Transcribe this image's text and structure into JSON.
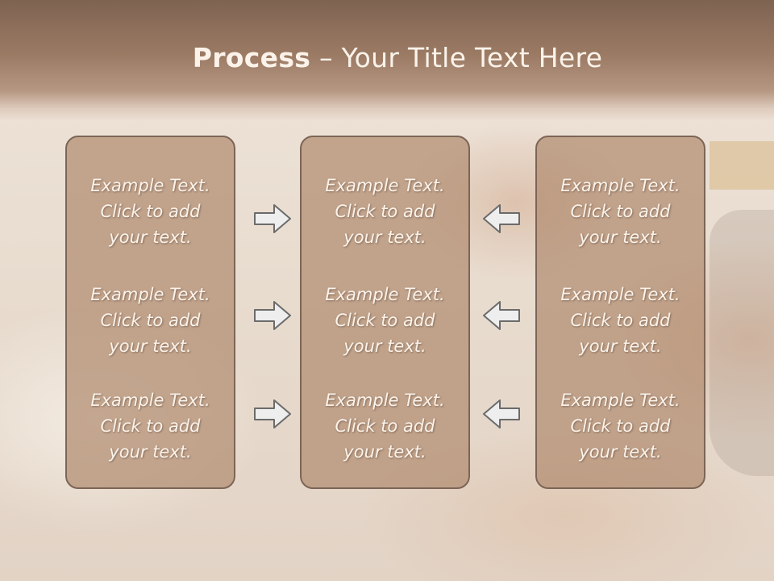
{
  "slide": {
    "title_bold": "Process",
    "title_rest": " – Your Title Text Here"
  },
  "columns": [
    {
      "items": [
        {
          "l1": "Example Text.",
          "l2": "Click  to add",
          "l3": "your text."
        },
        {
          "l1": "Example Text.",
          "l2": "Click  to add",
          "l3": "your text."
        },
        {
          "l1": "Example Text.",
          "l2": "Click  to add",
          "l3": "your text."
        }
      ]
    },
    {
      "items": [
        {
          "l1": "Example Text.",
          "l2": "Click  to add",
          "l3": "your text."
        },
        {
          "l1": "Example Text.",
          "l2": "Click  to add",
          "l3": "your text."
        },
        {
          "l1": "Example Text.",
          "l2": "Click  to add",
          "l3": "your text."
        }
      ]
    },
    {
      "items": [
        {
          "l1": "Example Text.",
          "l2": "Click  to add",
          "l3": "your text."
        },
        {
          "l1": "Example Text.",
          "l2": "Click  to add",
          "l3": "your text."
        },
        {
          "l1": "Example Text.",
          "l2": "Click  to add",
          "l3": "your text."
        }
      ]
    }
  ],
  "arrows": {
    "left_group": "arrow-right-icon",
    "right_group": "arrow-left-icon"
  },
  "colors": {
    "title_band": "#8e6f5b",
    "box_fill": "#b28c70",
    "box_border": "#7c6556",
    "text": "#fbf3ea",
    "arrow_fill": "#eeeeee",
    "arrow_stroke": "#6b6b6b"
  }
}
